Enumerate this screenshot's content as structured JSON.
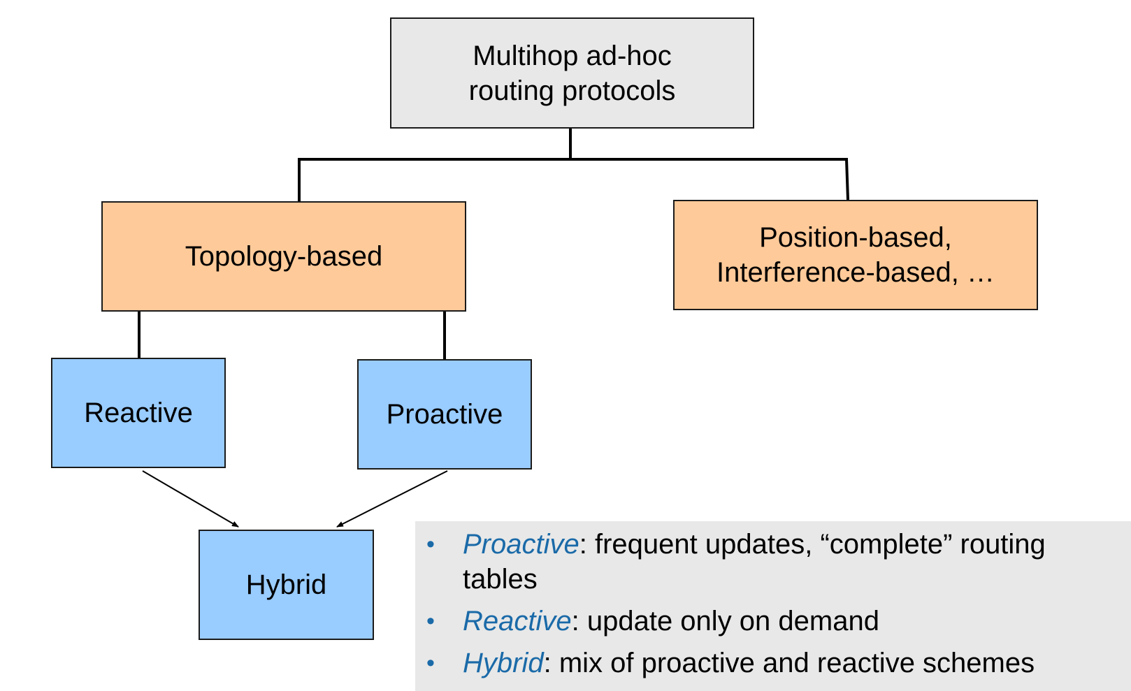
{
  "diagram": {
    "root": {
      "label": "Multihop ad-hoc\nrouting protocols"
    },
    "topology_based": {
      "label": "Topology-based"
    },
    "position_based": {
      "label": "Position-based,\nInterference-based, …"
    },
    "reactive": {
      "label": "Reactive"
    },
    "proactive": {
      "label": "Proactive"
    },
    "hybrid": {
      "label": "Hybrid"
    }
  },
  "legend": {
    "bullet_glyph": "•",
    "items": [
      {
        "term": "Proactive",
        "description": ": frequent updates, “complete” routing tables"
      },
      {
        "term": "Reactive",
        "description": ": update only on demand"
      },
      {
        "term": "Hybrid",
        "description": ": mix of proactive and reactive schemes"
      }
    ]
  },
  "colors": {
    "root_fill": "#e8e8e8",
    "category_fill": "#ffca99",
    "strategy_fill": "#99ccff",
    "legend_fill": "#e8e8e8",
    "legend_accent": "#1a6aa8"
  }
}
